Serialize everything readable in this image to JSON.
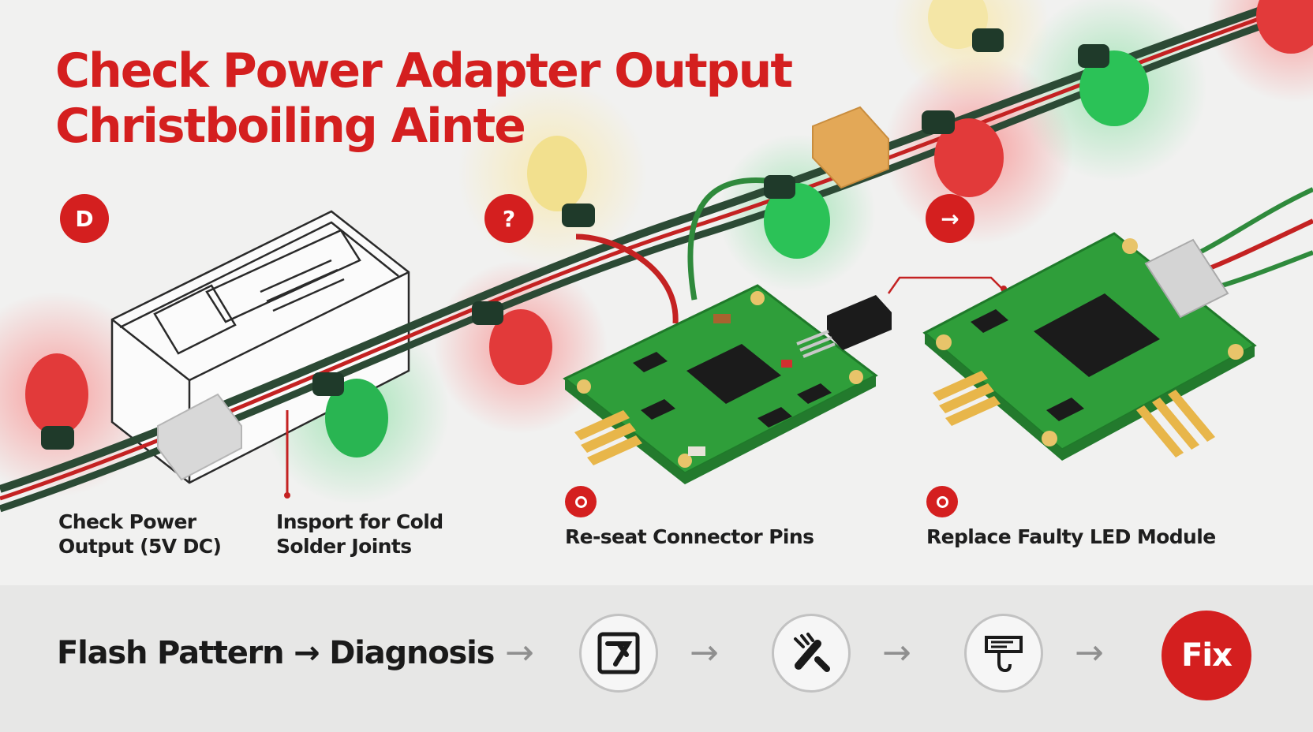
{
  "title": {
    "line1": "Check Power Adapter Output",
    "line2": "Christboiling Ainte"
  },
  "badges": {
    "step1": "D",
    "step2": "?",
    "step3": "→"
  },
  "steps": {
    "power_check": {
      "line1": "Check Power",
      "line2": "Output (5V DC)"
    },
    "solder_check": {
      "line1": "Insport for Cold",
      "line2": "Solder Joints"
    },
    "reseat": {
      "label": "Re-seat Connector Pins"
    },
    "replace": {
      "label": "Replace Faulty LED Module"
    }
  },
  "flow": {
    "title": "Flash Pattern → Diagnosis",
    "arrow": "→",
    "fix_label": "Fix",
    "icons": [
      "multimeter-icon",
      "soldering-iron-icon",
      "connector-icon"
    ]
  },
  "colors": {
    "accent_red": "#d41f1f",
    "bulb_red": "#e23a3a",
    "bulb_green": "#27b050",
    "bulb_yellow": "#f3e08e",
    "wire_green": "#2c4a35",
    "pcb_green": "#2f9e3a"
  }
}
